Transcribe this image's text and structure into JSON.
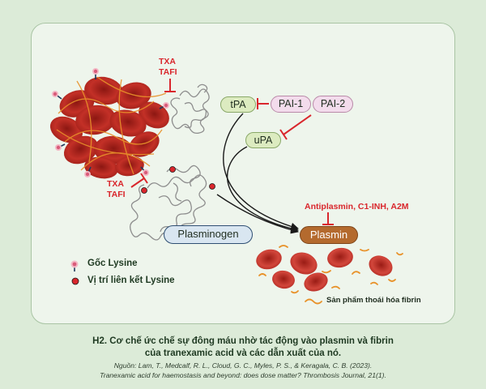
{
  "labels": {
    "inhibitor_top_1": "TXA",
    "inhibitor_top_2": "TAFI",
    "inhibitor_left_1": "TXA",
    "inhibitor_left_2": "TAFI",
    "tpa": "tPA",
    "upa": "uPA",
    "pai1": "PAI-1",
    "pai2": "PAI-2",
    "plasminogen": "Plasminogen",
    "plasmin": "Plasmin",
    "antiplasmin": "Antiplasmin, C1-INH, A2M",
    "fdp": "Sản phẩm thoái hóa fibrin"
  },
  "legend": {
    "lysine_residue": "Gốc Lysine",
    "lysine_binding_site": "Vị trí liên kết Lysine"
  },
  "caption": {
    "line1": "H2. Cơ chế ức chế sự đông máu nhờ tác động vào plasmin và fibrin",
    "line2": "của tranexamic acid và các dẫn xuất của nó.",
    "source1": "Nguồn: Lam, T., Medcalf, R. L., Cloud, G. C., Myles, P. S., & Keragala, C. B. (2023).",
    "source2": "Tranexamic acid for haemostasis and beyond: does dose matter? Thrombosis Journal, 21(1)."
  },
  "colors": {
    "inhibitor_red": "#d9262c",
    "tpa_fill": "#dcebc0",
    "pai_fill": "#f3dcec",
    "plasminogen_fill": "#d9e6f1",
    "plasmin_fill": "#b46a2e",
    "clot_red": "#b0231d",
    "fibrin_orange": "#e8922a"
  }
}
